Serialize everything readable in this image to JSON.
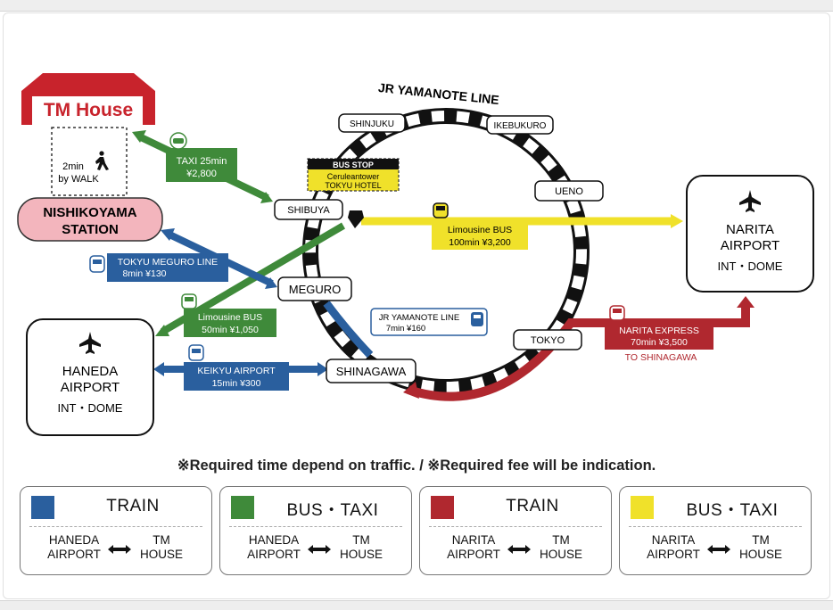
{
  "diagram": {
    "tm_house": "TM House",
    "walk": {
      "line1": "2min",
      "line2": "by WALK"
    },
    "nishikoyama": {
      "line1": "NISHIKOYAMA",
      "line2": "STATION"
    },
    "ring_title": "JR YAMANOTE LINE",
    "stations": {
      "shinjuku": "SHINJUKU",
      "ikebukuro": "IKEBUKURO",
      "ueno": "UENO",
      "shibuya": "SHIBUYA",
      "meguro": "MEGURO",
      "tokyo": "TOKYO",
      "shinagawa": "SHINAGAWA"
    },
    "bus_stop": {
      "label": "BUS STOP",
      "line1": "Ceruleantower",
      "line2": "TOKYU HOTEL"
    },
    "routes": {
      "taxi": {
        "line1": "TAXI 25min",
        "line2": "¥2,800"
      },
      "meguro_line": {
        "line1": "TOKYU MEGURO LINE",
        "line2": "8min ¥130"
      },
      "limo_haneda": {
        "line1": "Limousine BUS",
        "line2": "50min ¥1,050"
      },
      "keikyu": {
        "line1": "KEIKYU AIRPORT",
        "line2": "15min ¥300"
      },
      "yamanote": {
        "line1": "JR YAMANOTE LINE",
        "line2": "7min ¥160"
      },
      "limo_narita": {
        "line1": "Limousine BUS",
        "line2": "100min ¥3,200"
      },
      "nex": {
        "line1": "NARITA EXPRESS",
        "line2": "70min ¥3,500",
        "note": "TO SHINAGAWA"
      }
    },
    "haneda": {
      "line1": "HANEDA",
      "line2": "AIRPORT",
      "line3": "INT・DOME"
    },
    "narita": {
      "line1": "NARITA",
      "line2": "AIRPORT",
      "line3": "INT・DOME"
    }
  },
  "note": "※Required time depend on traffic. / ※Required fee will be indication.",
  "legend": [
    {
      "title": "TRAIN",
      "color": "#2a5f9e",
      "from1": "HANEDA",
      "from2": "AIRPORT",
      "to1": "TM",
      "to2": "HOUSE"
    },
    {
      "title": "BUS・TAXI",
      "color": "#3f8a3a",
      "from1": "HANEDA",
      "from2": "AIRPORT",
      "to1": "TM",
      "to2": "HOUSE"
    },
    {
      "title": "TRAIN",
      "color": "#b0282f",
      "from1": "NARITA",
      "from2": "AIRPORT",
      "to1": "TM",
      "to2": "HOUSE"
    },
    {
      "title": "BUS・TAXI",
      "color": "#f0e12a",
      "from1": "NARITA",
      "from2": "AIRPORT",
      "to1": "TM",
      "to2": "HOUSE"
    }
  ],
  "colors": {
    "blue": "#2a5f9e",
    "green": "#3f8a3a",
    "red": "#b0282f",
    "yellow": "#f0e12a",
    "pink": "#f3b5bd",
    "house_red": "#c8232c"
  }
}
